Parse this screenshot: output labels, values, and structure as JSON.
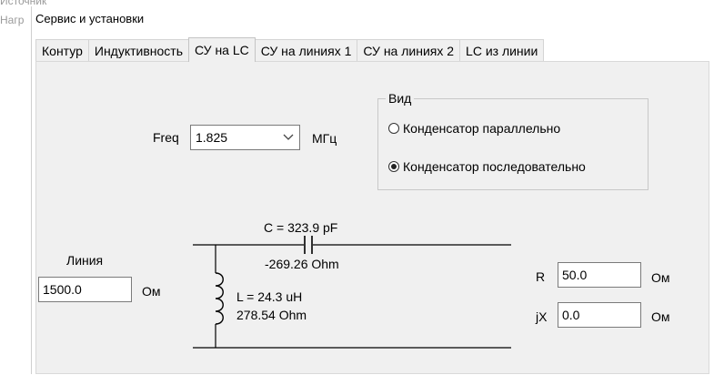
{
  "background": {
    "line1": "Источник",
    "line2": "Нагр"
  },
  "window": {
    "title": "Сервис и установки"
  },
  "tabs": [
    "Контур",
    "Индуктивность",
    "СУ на LC",
    "СУ на линиях 1",
    "СУ на линиях 2",
    "LC из линии"
  ],
  "active_tab_index": 2,
  "freq": {
    "label": "Freq",
    "value": "1.825",
    "unit": "МГц"
  },
  "view": {
    "title": "Вид",
    "options": [
      "Конденсатор параллельно",
      "Конденсатор последовательно"
    ],
    "selected_index": 1
  },
  "line": {
    "label": "Линия",
    "value": "1500.0",
    "unit": "Ом"
  },
  "circuit": {
    "capacitance": "C = 323.9 pF",
    "cap_reactance": "-269.26 Ohm",
    "inductance": "L = 24.3 uH",
    "ind_reactance": "278.54 Ohm"
  },
  "load": {
    "r_label": "R",
    "r_value": "50.0",
    "r_unit": "Ом",
    "x_label": "jX",
    "x_value": "0.0",
    "x_unit": "Ом"
  }
}
